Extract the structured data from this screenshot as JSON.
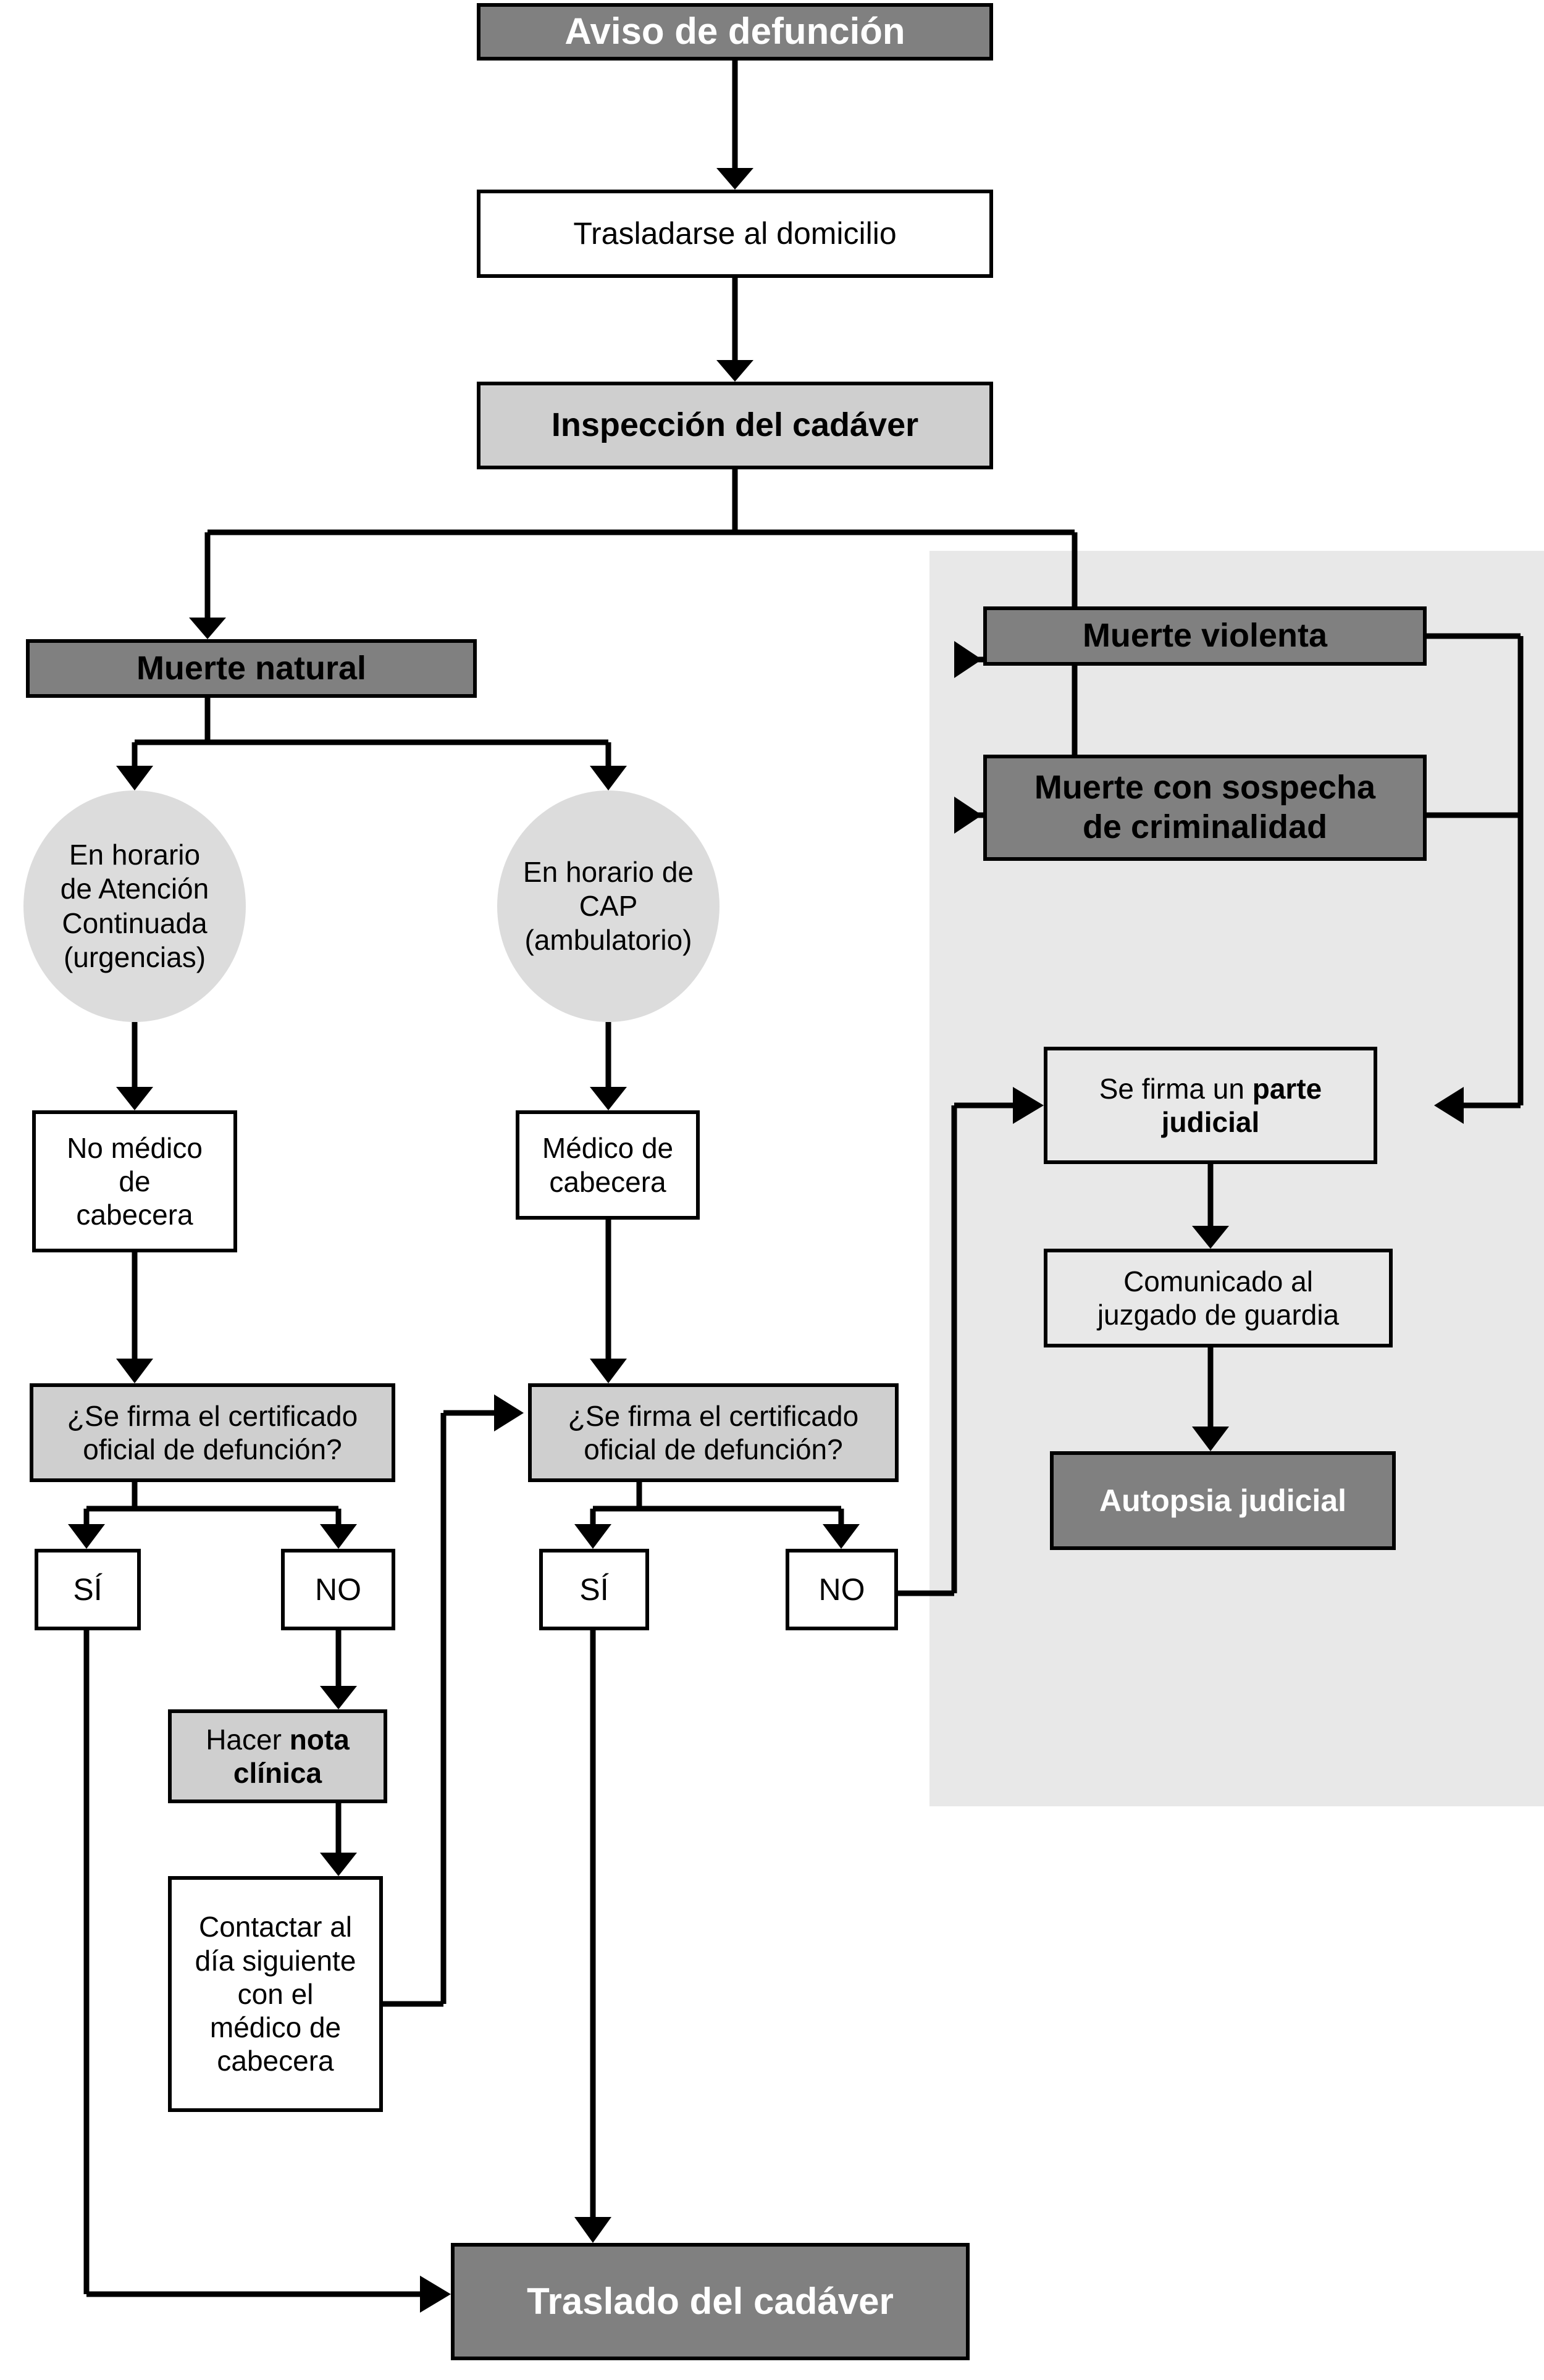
{
  "diagram": {
    "title": "Aviso de defuncion - flujo de actuacion",
    "colors": {
      "dark_fill": "#808080",
      "light_fill": "#cfcfcf",
      "panel_fill": "#e8e8e8",
      "ellipse_fill": "#dcdcdc",
      "white_fill": "#ffffff",
      "stroke": "#000000",
      "dark_text": "#ffffff"
    }
  },
  "nodes": {
    "aviso_defuncion": "Aviso de defunción",
    "trasladarse_domicilio": "Trasladarse al domicilio",
    "inspeccion_cadaver": "Inspección del cadáver",
    "muerte_natural": "Muerte natural",
    "muerte_violenta": "Muerte violenta",
    "muerte_sospecha_l1": "Muerte con sospecha",
    "muerte_sospecha_l2": "de criminalidad",
    "horario_atencion_l1": "En horario",
    "horario_atencion_l2": "de Atención",
    "horario_atencion_l3": "Continuada",
    "horario_atencion_l4": "(urgencias)",
    "horario_cap_l1": "En horario de",
    "horario_cap_l2": "CAP",
    "horario_cap_l3": "(ambulatorio)",
    "no_medico_l1": "No médico",
    "no_medico_l2": "de",
    "no_medico_l3": "cabecera",
    "medico_cabecera_l1": "Médico de",
    "medico_cabecera_l2": "cabecera",
    "decision_izq_l1": "¿Se firma el certificado",
    "decision_izq_l2": "oficial de defunción?",
    "decision_der_l1": "¿Se firma el certificado",
    "decision_der_l2": "oficial de defunción?",
    "si_izq": "SÍ",
    "no_izq": "NO",
    "si_der": "SÍ",
    "no_der": "NO",
    "hacer_nota_plain": "Hacer ",
    "hacer_nota_bold_l1": "nota",
    "hacer_nota_bold_l2": "clínica",
    "contactar_l1": "Contactar al",
    "contactar_l2": "día siguiente",
    "contactar_l3": "con el",
    "contactar_l4": "médico de",
    "contactar_l5": "cabecera",
    "parte_judicial_plain": "Se firma un ",
    "parte_judicial_bold_l1": "parte",
    "parte_judicial_bold_l2": "judicial",
    "comunicado_l1": "Comunicado al",
    "comunicado_l2": "juzgado de guardia",
    "autopsia_judicial": "Autopsia judicial",
    "traslado_cadaver": "Traslado del cadáver"
  }
}
